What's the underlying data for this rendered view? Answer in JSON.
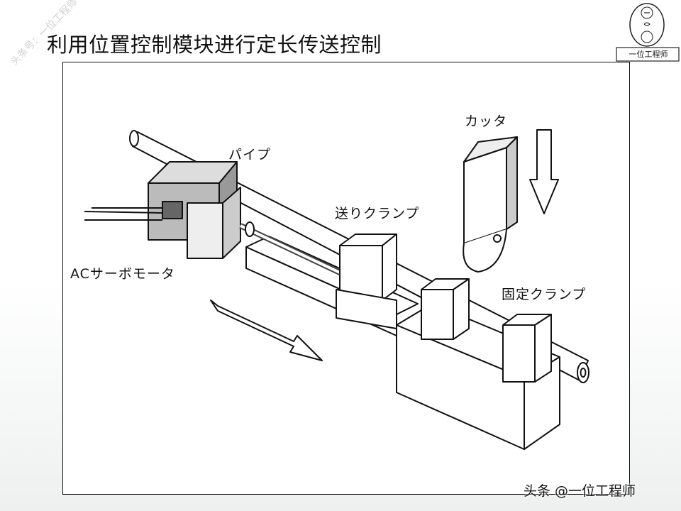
{
  "slide": {
    "title": "利用位置控制模块进行定长传送控制",
    "brand_text": "一位工程师",
    "watermark": "头条号：一位工程师",
    "footer": "头条 @一位工程师"
  },
  "diagram": {
    "labels": {
      "cutter": "カッタ",
      "pipe": "パイプ",
      "feed_clamp": "送りクランプ",
      "servo_motor": "ACサーボモータ",
      "fixed_clamp": "固定クランプ"
    }
  }
}
